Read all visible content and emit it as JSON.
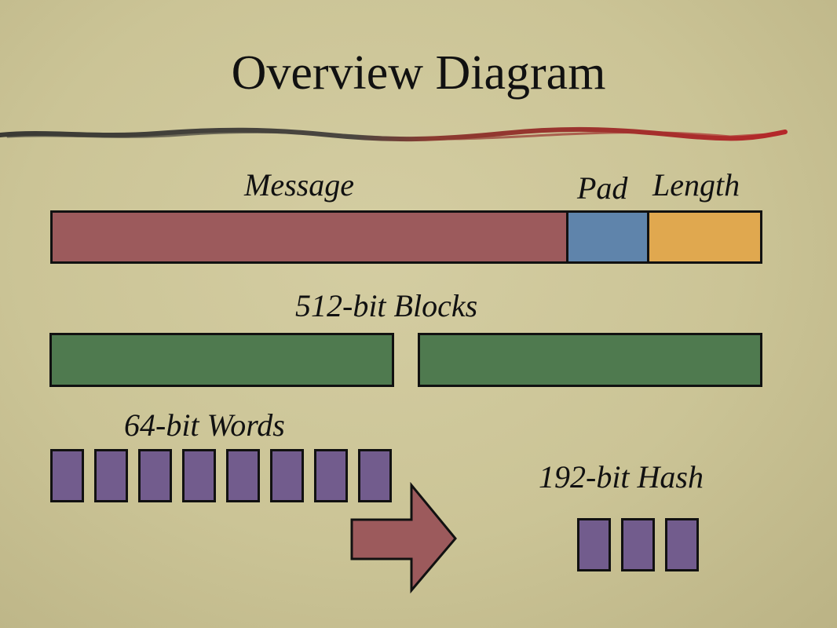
{
  "slide": {
    "title": "Overview Diagram"
  },
  "labels": {
    "message": "Message",
    "pad": "Pad",
    "length": "Length",
    "blocks": "512-bit Blocks",
    "words": "64-bit Words",
    "hash": "192-bit Hash"
  },
  "colors": {
    "message": "#9c5a5c",
    "pad": "#5f84ab",
    "length": "#e0a84f",
    "block": "#4f7a4f",
    "word": "#725c8d",
    "hash": "#725c8d",
    "arrow": "#9c5a5c",
    "rule_dark": "#3a3a34",
    "rule_red": "#b5282a"
  }
}
